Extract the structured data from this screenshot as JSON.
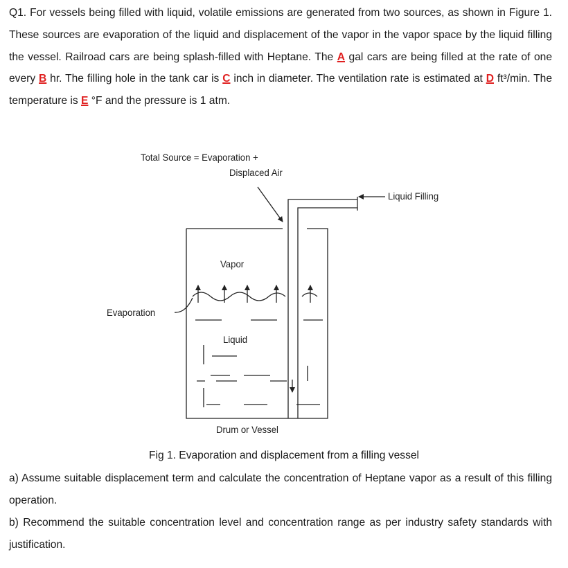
{
  "question": {
    "number": "Q1.",
    "intro_1": " For vessels being filled with liquid, volatile emissions are generated from two sources, as shown in Figure 1. These sources are evaporation of the liquid and displacement of the vapor in the vapor space by the liquid filling the vessel. Railroad cars are being splash-filled with Heptane. The ",
    "var_a": "A",
    "text_2": " gal cars are being filled at the rate of one every ",
    "var_b": "B",
    "text_3": " hr. The filling hole in the tank car is ",
    "var_c": "C",
    "text_4": " inch in diameter. The ventilation rate is estimated at ",
    "var_d": "D",
    "text_5": " ft³/min. The temperature is ",
    "var_e": "E",
    "text_6": " °F and the pressure is 1 atm."
  },
  "figure": {
    "total_source_line1": "Total Source = Evaporation +",
    "total_source_line2": "Displaced Air",
    "liquid_filling": "Liquid Filling",
    "vapor": "Vapor",
    "evaporation": "Evaporation",
    "liquid": "Liquid",
    "vessel": "Drum or Vessel",
    "caption": "Fig 1. Evaporation and displacement from a filling vessel"
  },
  "part_a": "a) Assume suitable displacement term and calculate the concentration of Heptane vapor as a result of this filling operation.",
  "part_b": "b) Recommend the suitable concentration level and concentration range as per industry safety standards with justification.",
  "colors": {
    "variable": "#e02020",
    "text": "#1a1a1a"
  }
}
